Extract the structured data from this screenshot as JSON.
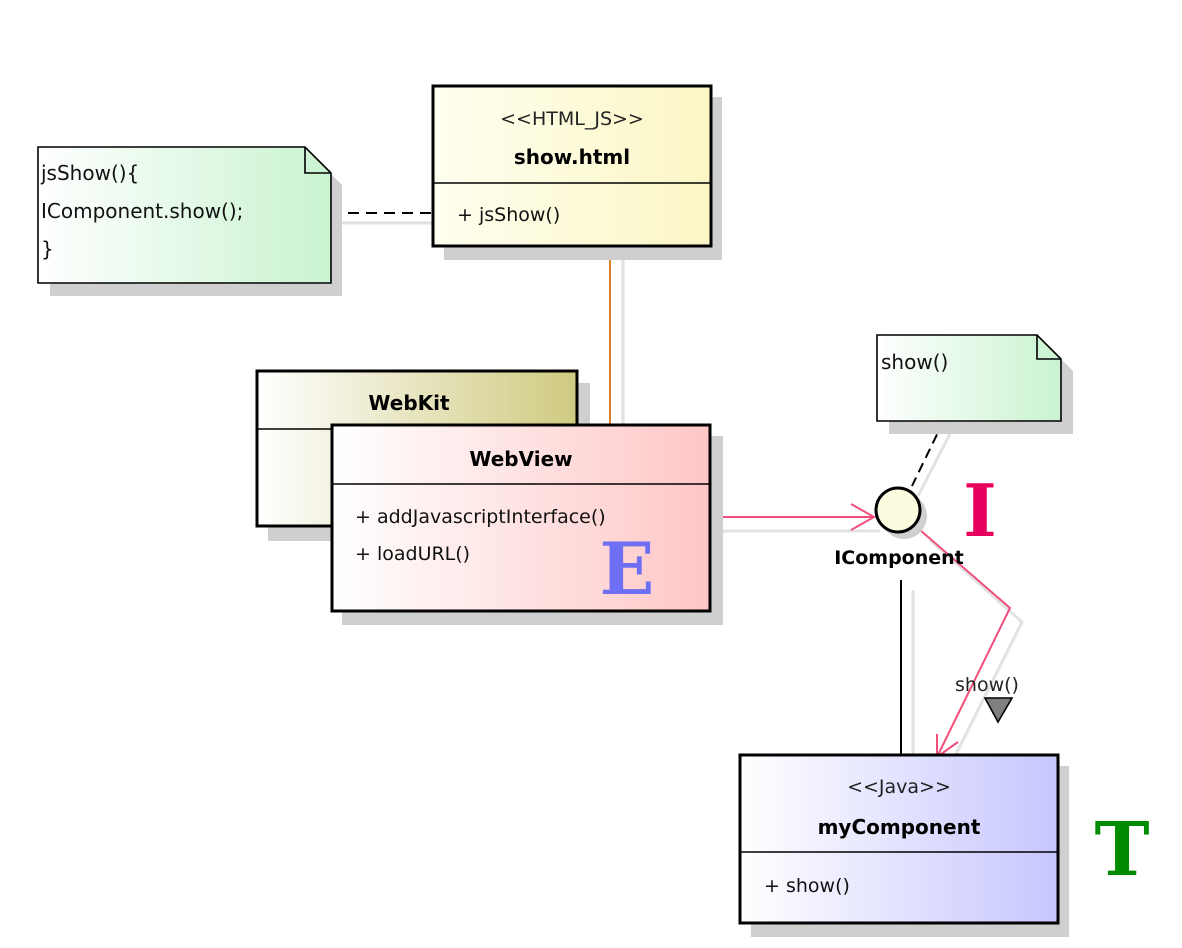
{
  "note_js": {
    "lines": [
      "jsShow(){",
      "IComponent.show();",
      "}"
    ]
  },
  "show_html": {
    "stereotype": "<<HTML_JS>>",
    "name": "show.html",
    "op": "+ jsShow()"
  },
  "webkit": {
    "name": "WebKit"
  },
  "webview": {
    "name": "WebView",
    "ops": [
      "+ addJavascriptInterface()",
      "+ loadURL()"
    ]
  },
  "note_show": {
    "text": "show()"
  },
  "interface": {
    "label": "IComponent"
  },
  "my_component": {
    "stereotype": "<<Java>>",
    "name": "myComponent",
    "op": "+ show()"
  },
  "message": {
    "label": "show()"
  },
  "letters": {
    "e": "E",
    "i": "I",
    "t": "T"
  },
  "colors": {
    "note_green": "#d4f5dc",
    "html_yellow": "#fdf8c8",
    "webkit_olive": "#d4d08c",
    "webview_pink": "#ffc8c8",
    "component_blue": "#c8c8ff",
    "arrow_pink": "#f0507a",
    "association_orange": "#d9822b",
    "letter_e": "#6f6ff5",
    "letter_i": "#e8005f",
    "letter_t": "#008c00"
  }
}
